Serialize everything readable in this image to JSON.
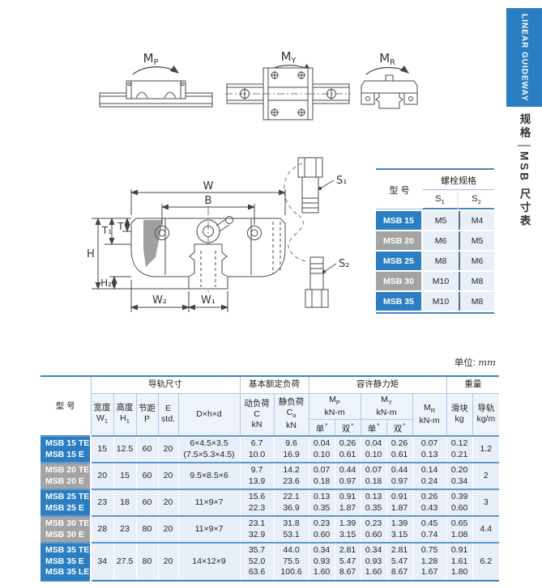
{
  "sidebar": {
    "brand": "LINEAR GUIDEWAY",
    "section": "规格",
    "title": "MSB 尺寸表"
  },
  "unit": {
    "label": "单位:",
    "value": "mm"
  },
  "diagrams": {
    "mp": {
      "main": "M",
      "sub": "P"
    },
    "my": {
      "main": "M",
      "sub": "Y"
    },
    "mr": {
      "main": "M",
      "sub": "R"
    }
  },
  "drawing": {
    "dims": {
      "w": "W",
      "b": "B",
      "t1": "T₁",
      "t": "T",
      "h": "H",
      "h2": "H₂",
      "w2": "W₂",
      "w1": "W₁",
      "s1": "S₁",
      "s2": "S₂"
    }
  },
  "bolt_table": {
    "col_model": "型 号",
    "col_group": "螺栓规格",
    "s_sym": "S",
    "s1_sub": "1",
    "s2_sub": "2",
    "rows": [
      {
        "model": "MSB 15",
        "s1": "M5",
        "s2": "M4",
        "style": "blue"
      },
      {
        "model": "MSB 20",
        "s1": "M6",
        "s2": "M5",
        "style": "gray"
      },
      {
        "model": "MSB 25",
        "s1": "M8",
        "s2": "M6",
        "style": "blue"
      },
      {
        "model": "MSB 30",
        "s1": "M10",
        "s2": "M8",
        "style": "gray"
      },
      {
        "model": "MSB 35",
        "s1": "M10",
        "s2": "M8",
        "style": "blue"
      }
    ]
  },
  "spec_table": {
    "headers": {
      "model": "型 号",
      "rail": "导轨尺寸",
      "load": "基本额定负荷",
      "moment": "容许静力矩",
      "weight": "重量",
      "width": "宽度",
      "width_sym": "W",
      "width_sub": "1",
      "height": "高度",
      "height_sym": "H",
      "height_sub": "1",
      "pitch": "节距",
      "pitch_sym": "P",
      "e_sym": "E",
      "e_std": "std.",
      "dhd": "D×h×d",
      "dyn": "动负荷",
      "dyn_sym": "C",
      "stat": "静负荷",
      "stat_sym": "C",
      "stat_sub": "o",
      "unit_kn": "kN",
      "unit_knm": "kN-m",
      "m_sym": "M",
      "mp_sub": "P",
      "my_sub": "Y",
      "mr_sub": "R",
      "single": "单",
      "double": "双",
      "star": "*",
      "block": "滑块",
      "unit_kg": "kg",
      "rail_weight": "导轨",
      "unit_kgm": "kg/m"
    },
    "rows": [
      {
        "models": "MSB 15 TE\nMSB 15 E",
        "style": "blue",
        "w1": "15",
        "h1": "12.5",
        "p": "60",
        "e": "20",
        "dhd": "6×4.5×3.5\n(7.5×5.3×4.5)",
        "c": "6.7\n10.0",
        "c0": "9.6\n16.9",
        "mp1": "0.04\n0.10",
        "mp2": "0.26\n0.61",
        "my1": "0.04\n0.10",
        "my2": "0.26\n0.61",
        "mr": "0.07\n0.13",
        "kg": "0.12\n0.21",
        "kgm": "1.2"
      },
      {
        "models": "MSB 20 TE\nMSB 20 E",
        "style": "gray",
        "w1": "20",
        "h1": "15",
        "p": "60",
        "e": "20",
        "dhd": "9.5×8.5×6",
        "c": "9.7\n13.9",
        "c0": "14.2\n23.6",
        "mp1": "0.07\n0.18",
        "mp2": "0.44\n0.97",
        "my1": "0.07\n0.18",
        "my2": "0.44\n0.97",
        "mr": "0.14\n0.24",
        "kg": "0.20\n0.34",
        "kgm": "2"
      },
      {
        "models": "MSB 25 TE\nMSB 25 E",
        "style": "blue",
        "w1": "23",
        "h1": "18",
        "p": "60",
        "e": "20",
        "dhd": "11×9×7",
        "c": "15.6\n22.3",
        "c0": "22.1\n36.9",
        "mp1": "0.13\n0.35",
        "mp2": "0.91\n1.87",
        "my1": "0.13\n0.35",
        "my2": "0.91\n1.87",
        "mr": "0.26\n0.43",
        "kg": "0.39\n0.60",
        "kgm": "3"
      },
      {
        "models": "MSB 30 TE\nMSB 30 E",
        "style": "gray",
        "w1": "28",
        "h1": "23",
        "p": "80",
        "e": "20",
        "dhd": "11×9×7",
        "c": "23.1\n32.9",
        "c0": "31.8\n53.1",
        "mp1": "0.23\n0.60",
        "mp2": "1.39\n3.15",
        "my1": "0.23\n0.60",
        "my2": "1.39\n3.15",
        "mr": "0.45\n0.74",
        "kg": "0.65\n1.08",
        "kgm": "4.4"
      },
      {
        "models": "MSB 35 TE\nMSB 35 E\nMSB 35 LE",
        "style": "blue",
        "w1": "34",
        "h1": "27.5",
        "p": "80",
        "e": "20",
        "dhd": "14×12×9",
        "c": "35.7\n52.0\n63.6",
        "c0": "44.0\n75.5\n100.6",
        "mp1": "0.34\n0.93\n1.60",
        "mp2": "2.81\n5.47\n8.67",
        "my1": "0.34\n0.93\n1.60",
        "my2": "2.81\n5.47\n8.67",
        "mr": "0.75\n1.28\n1.67",
        "kg": "0.91\n1.61\n1.80",
        "kgm": "6.2"
      }
    ]
  }
}
